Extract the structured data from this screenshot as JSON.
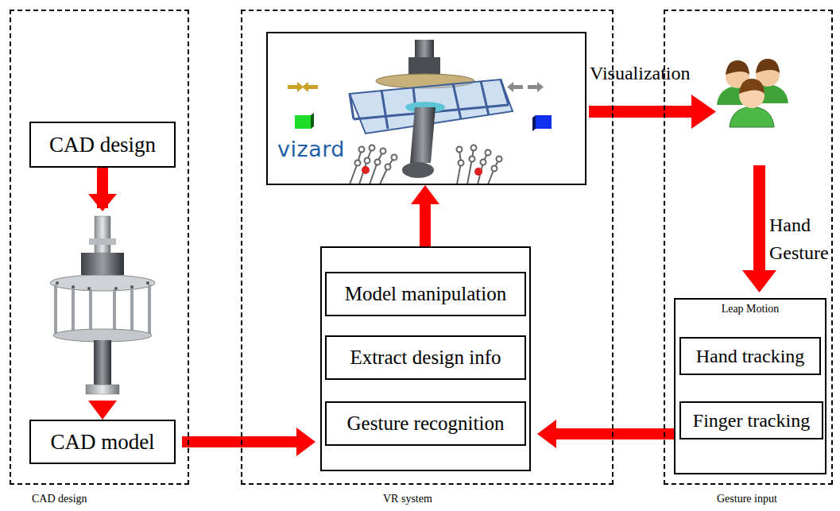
{
  "diagram": {
    "nodes": [
      {
        "text": [
          "CAD design"
        ]
      },
      {
        "text": [
          "CAD design"
        ],
        "in": 0
      },
      {
        "text": [
          "CAD model"
        ],
        "in": 0
      },
      {
        "text": [
          "VR system"
        ]
      },
      {
        "text": [
          "vizard"
        ],
        "in": 3
      },
      {
        "text": [],
        "in": 3
      },
      {
        "text": [
          "Model manipulation"
        ],
        "in": 5
      },
      {
        "text": [
          "Extract design info"
        ],
        "in": 5
      },
      {
        "text": [
          "Gesture recognition"
        ],
        "in": 5
      },
      {
        "text": [
          "Gesture input"
        ]
      },
      {
        "text": [
          "Leap Motion"
        ],
        "in": 9
      },
      {
        "text": [
          "Hand tracking"
        ],
        "in": 10
      },
      {
        "text": [
          "Finger tracking"
        ],
        "in": 10
      }
    ],
    "edges": [
      {
        "from": 1,
        "to": 2,
        "arrow": "to"
      },
      {
        "from": 2,
        "to": 5,
        "arrow": "to"
      },
      {
        "from": 10,
        "to": 5,
        "arrow": "to"
      },
      {
        "from": 5,
        "to": 4,
        "arrow": "to"
      }
    ],
    "labels": [
      "Visualization",
      "Hand Gesture"
    ]
  }
}
